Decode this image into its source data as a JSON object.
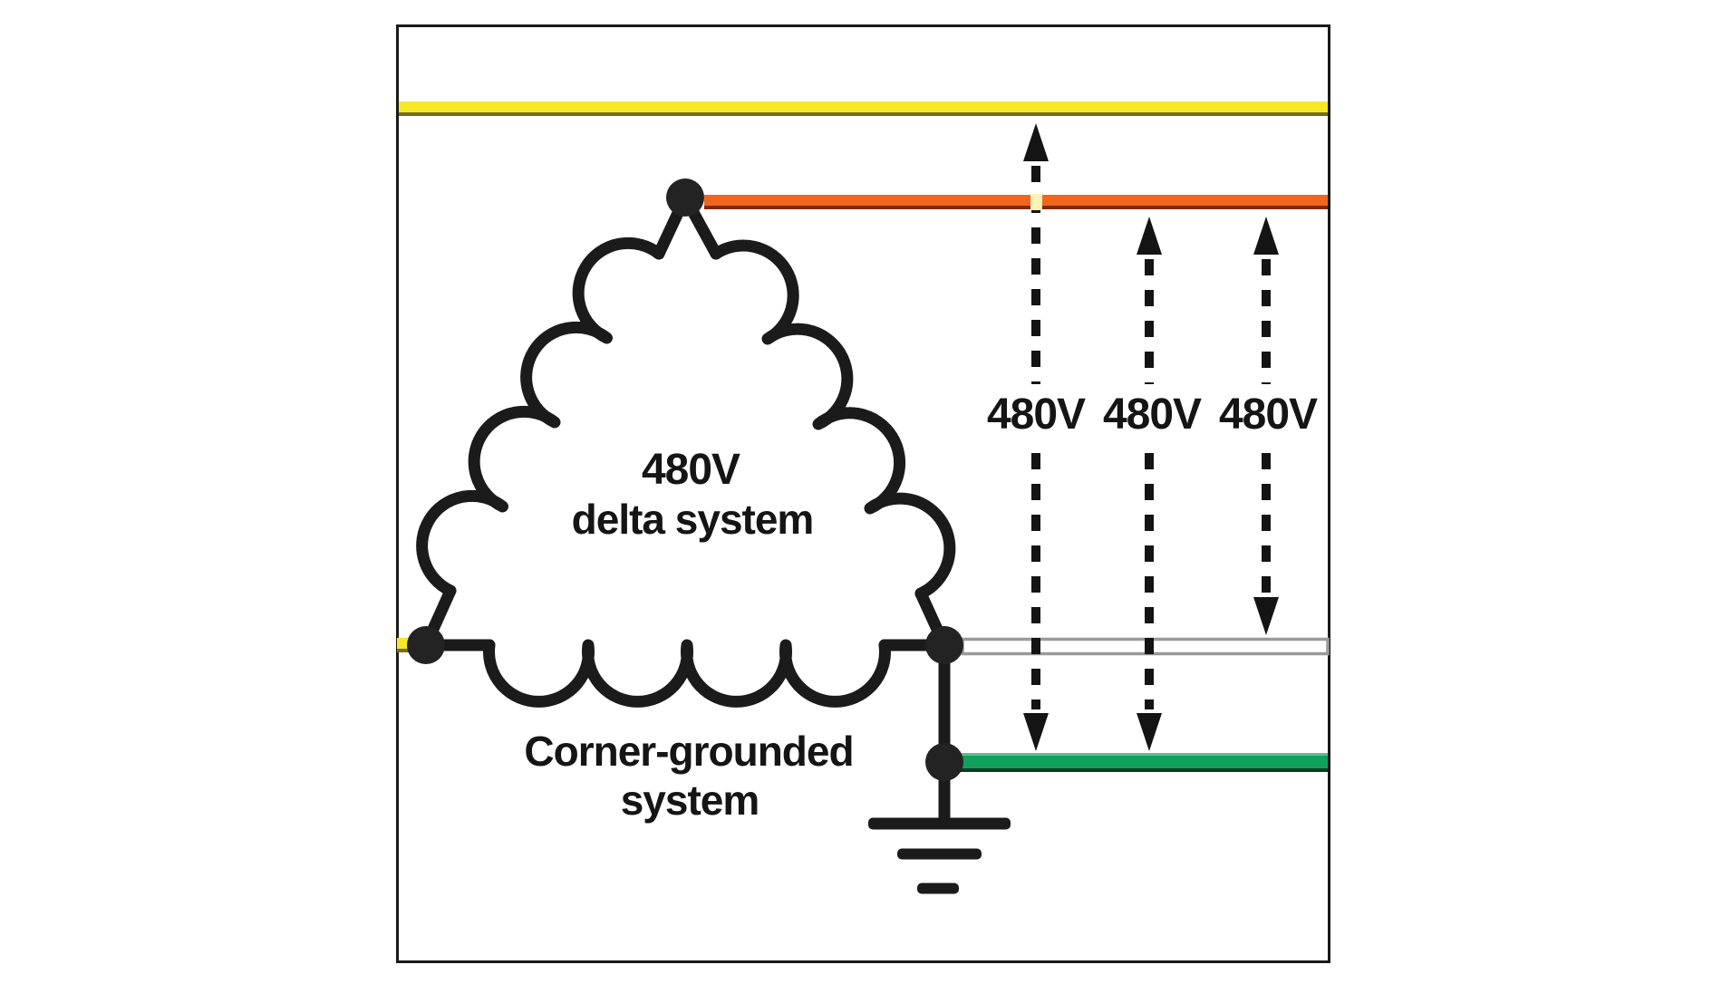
{
  "diagram": {
    "inner_label": {
      "line1": "480V",
      "line2": "delta system"
    },
    "caption": {
      "line1": "Corner-grounded",
      "line2": "system"
    },
    "voltage_labels": [
      "480V",
      "480V",
      "480V"
    ],
    "colors": {
      "phase_yellow": "#F6E829",
      "phase_yellow_edge": "#716F1E",
      "phase_orange": "#F1661D",
      "phase_orange_edge": "#7E2A12",
      "neutral_white": "#FFFFFF",
      "neutral_edge": "#9A9A9A",
      "ground_green": "#11A15A",
      "ground_green_edge": "#0C3B24",
      "line_black": "#1B1B1B"
    }
  }
}
